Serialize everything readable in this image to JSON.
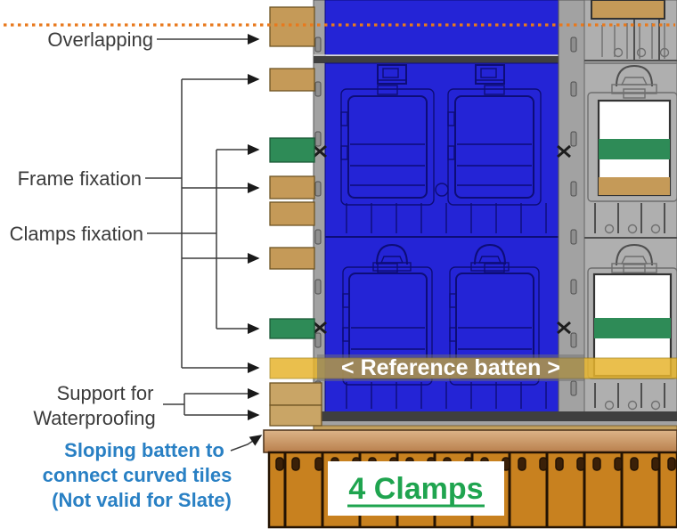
{
  "labels": {
    "overlapping": "Overlapping",
    "frame_fixation": "Frame fixation",
    "clamps_fixation": "Clamps fixation",
    "support_for": "Support for",
    "waterproofing": "Waterproofing",
    "sloping_1": "Sloping batten to",
    "sloping_2": "connect curved tiles",
    "sloping_3": "(Not valid for Slate)"
  },
  "overlays": {
    "reference_batten": "< Reference batten >",
    "clamps_count": "4 Clamps"
  },
  "colors": {
    "batten_tan": "#C59A58",
    "batten_green": "#2E8B57",
    "reference_batten_yellow": "#E7B52E",
    "highlight_panel_blue": "#2424D6",
    "tile_gray": "#AFAFAF",
    "curved_tile_orange": "#C8811F",
    "sloping_batten_brown": "#C08A55",
    "label_blue": "#2980C4",
    "clamps_green": "#1FA44F",
    "overlap_dotted_orange": "#E8791D"
  }
}
